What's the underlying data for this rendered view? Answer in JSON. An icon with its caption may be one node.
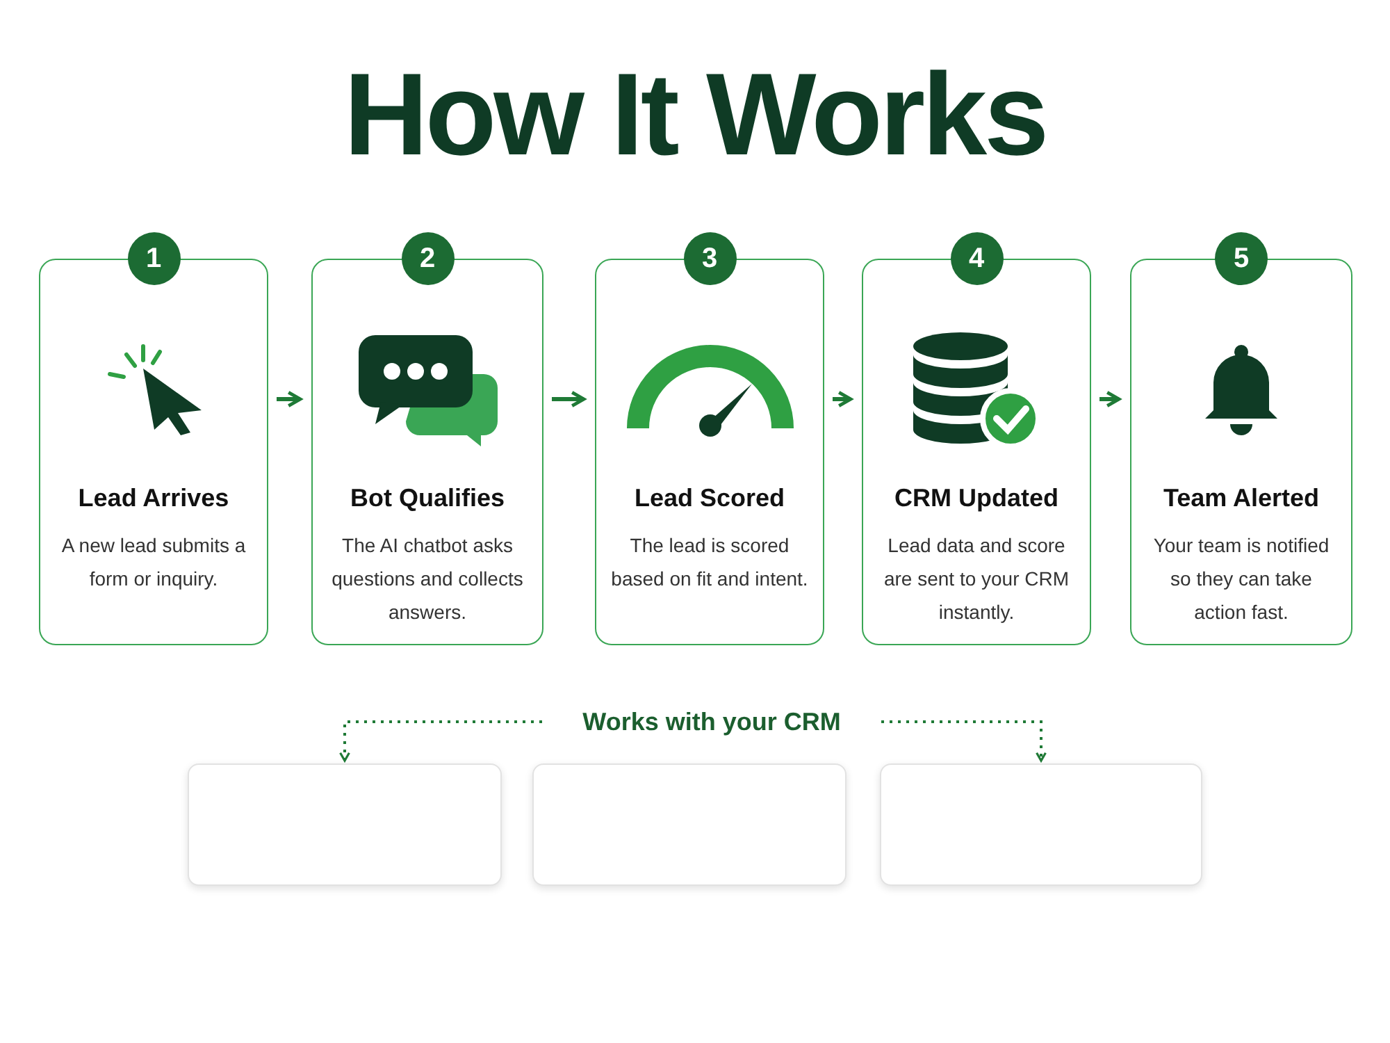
{
  "diagram": {
    "title": "How It Works",
    "nodes": [
      {
        "text": [
          "Lead Arrives",
          "A new lead submits a form or inquiry."
        ],
        "beside": [
          "1"
        ]
      },
      {
        "text": [
          "Bot Qualifies",
          "The AI chatbot asks questions and collects answers."
        ],
        "beside": [
          "2"
        ]
      },
      {
        "text": [
          "Lead Scored",
          "The lead is scored based on fit and intent."
        ],
        "beside": [
          "3"
        ]
      },
      {
        "text": [
          "CRM Updated",
          "Lead data and score are sent to your CRM instantly."
        ],
        "beside": [
          "4"
        ]
      },
      {
        "text": [
          "Team Alerted",
          "Your team is notified so they can take action fast."
        ],
        "beside": [
          "5"
        ]
      },
      {
        "text": [
          "Works with your CRM"
        ]
      },
      {
        "text": [],
        "shape": "box"
      },
      {
        "text": [],
        "shape": "box"
      },
      {
        "text": [],
        "shape": "box"
      }
    ],
    "edges": [
      {
        "from": 0,
        "to": 1,
        "arrow": "to"
      },
      {
        "from": 1,
        "to": 2,
        "arrow": "to"
      },
      {
        "from": 2,
        "to": 3,
        "arrow": "to"
      },
      {
        "from": 3,
        "to": 4,
        "arrow": "to"
      },
      {
        "from": 5,
        "to": 6,
        "arrow": "to",
        "style": "dashed"
      },
      {
        "from": 5,
        "to": 8,
        "arrow": "to",
        "style": "dashed"
      }
    ]
  }
}
